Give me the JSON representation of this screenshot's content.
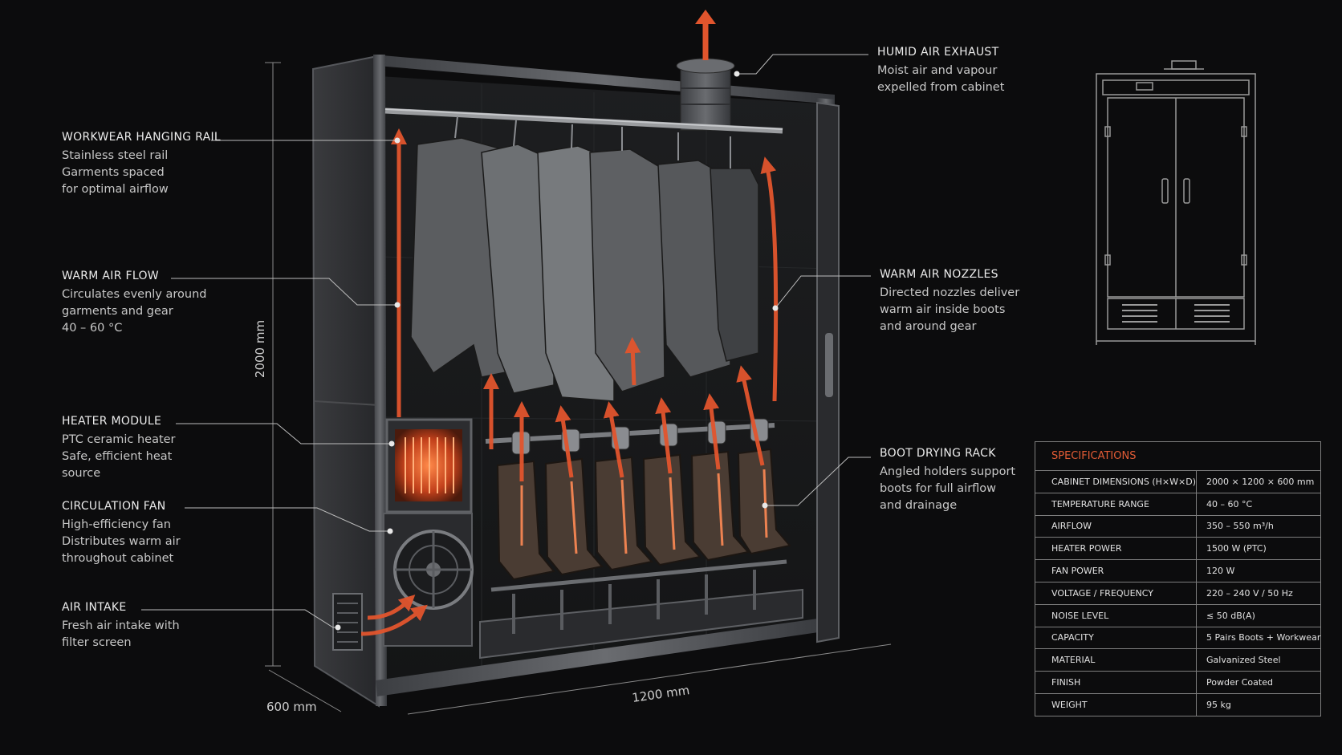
{
  "callouts": {
    "hanging_rail": {
      "title": "WORKWEAR HANGING RAIL",
      "lines": [
        "Stainless steel rail",
        "Garments spaced",
        "for optimal airflow"
      ]
    },
    "warm_air_flow": {
      "title": "WARM AIR FLOW",
      "lines": [
        "Circulates evenly around",
        "garments and gear",
        "40 – 60 °C"
      ]
    },
    "heater_module": {
      "title": "HEATER MODULE",
      "lines": [
        "PTC ceramic heater",
        "Safe, efficient heat",
        "source"
      ]
    },
    "circulation_fan": {
      "title": "CIRCULATION FAN",
      "lines": [
        "High-efficiency fan",
        "Distributes warm air",
        "throughout cabinet"
      ]
    },
    "air_intake": {
      "title": "AIR INTAKE",
      "lines": [
        "Fresh air intake with",
        "filter screen"
      ]
    },
    "humid_exhaust": {
      "title": "HUMID AIR EXHAUST",
      "lines": [
        "Moist air and vapour",
        "expelled from cabinet"
      ]
    },
    "warm_air_nozzles": {
      "title": "WARM AIR NOZZLES",
      "lines": [
        "Directed nozzles deliver",
        "warm air inside boots",
        "and around gear"
      ]
    },
    "boot_rack": {
      "title": "BOOT DRYING RACK",
      "lines": [
        "Angled holders support",
        "boots for full airflow",
        "and drainage"
      ]
    }
  },
  "dimensions": {
    "height": "2000 mm",
    "width": "1200 mm",
    "depth": "600 mm"
  },
  "specifications": {
    "heading": "SPECIFICATIONS",
    "rows": [
      {
        "label": "CABINET DIMENSIONS (H×W×D)",
        "value": "2000 × 1200 × 600 mm"
      },
      {
        "label": "TEMPERATURE RANGE",
        "value": "40 – 60 °C"
      },
      {
        "label": "AIRFLOW",
        "value": "350 – 550 m³/h"
      },
      {
        "label": "HEATER POWER",
        "value": "1500 W (PTC)"
      },
      {
        "label": "FAN POWER",
        "value": "120 W"
      },
      {
        "label": "VOLTAGE / FREQUENCY",
        "value": "220 – 240 V / 50 Hz"
      },
      {
        "label": "NOISE LEVEL",
        "value": "≤ 50 dB(A)"
      },
      {
        "label": "CAPACITY",
        "value": "5 Pairs Boots + Workwear"
      },
      {
        "label": "MATERIAL",
        "value": "Galvanized Steel"
      },
      {
        "label": "FINISH",
        "value": "Powder Coated"
      },
      {
        "label": "WEIGHT",
        "value": "95 kg"
      }
    ]
  },
  "colors": {
    "accent": "#e2552d",
    "background": "#0c0c0d",
    "metal": "#5e6064"
  }
}
